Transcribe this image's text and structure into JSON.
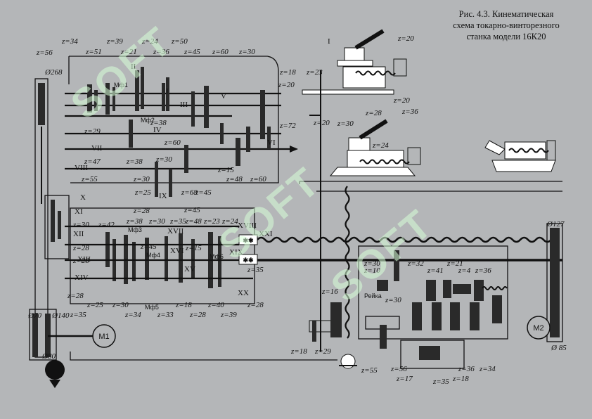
{
  "caption": {
    "line1": "Рис. 4.3. Кинематическая",
    "line2": "схема токарно-винторезного",
    "line3": "станка модели 16К20"
  },
  "watermark": "SOFT",
  "watermark_color": "#d6ffd6",
  "motors": {
    "m1": "M1",
    "m2": "M2"
  },
  "rack_label": "Рейка",
  "pulley_labels": {
    "d268": "Ø268",
    "d127": "Ø127",
    "d70": "Ø70",
    "d140": "Ø140",
    "d80": "Ø80",
    "d85": "Ø 85"
  },
  "gear_labels": [
    "z=56",
    "z=34",
    "z=51",
    "z=39",
    "z=21",
    "z=24",
    "z=36",
    "z=50",
    "z=45",
    "z=60",
    "z=30",
    "z=18",
    "z=23",
    "z=20",
    "z=20",
    "z=20",
    "z=36",
    "z=28",
    "z=30",
    "z=20",
    "z=72",
    "z=29",
    "z=47",
    "z=38",
    "z=38",
    "z=60",
    "z=55",
    "z=30",
    "z=25",
    "z=30",
    "z=68",
    "z=15",
    "z=48",
    "z=45",
    "z=60",
    "z=45",
    "z=28",
    "z=30",
    "z=42",
    "z=38",
    "z=30",
    "z=48",
    "z=23",
    "z=24",
    "z=35",
    "z=28",
    "z=45",
    "z=15",
    "z=28",
    "z=35",
    "z=28",
    "z=30",
    "z=25",
    "z=35",
    "z=34",
    "z=33",
    "z=18",
    "z=28",
    "z=40",
    "z=39",
    "z=28",
    "z=24",
    "z=30",
    "z=10",
    "z=32",
    "z=30",
    "z=41",
    "z=21",
    "z=4",
    "z=36",
    "z=16",
    "z=18",
    "z=29",
    "z=55",
    "z=56",
    "z=17",
    "z=35",
    "z=18",
    "z=36",
    "z=34"
  ],
  "clutch_labels": [
    "Мф1",
    "Мф2",
    "Мф3",
    "Мф4",
    "Мф5",
    "Мф6"
  ],
  "shaft_labels": [
    "I",
    "II",
    "III",
    "IV",
    "V",
    "VI",
    "VII",
    "VIII",
    "IX",
    "X",
    "XI",
    "XII",
    "XIII",
    "XIV",
    "XV",
    "XVI",
    "XVII",
    "XVIII",
    "XIX",
    "XX",
    "XXI",
    "I"
  ]
}
